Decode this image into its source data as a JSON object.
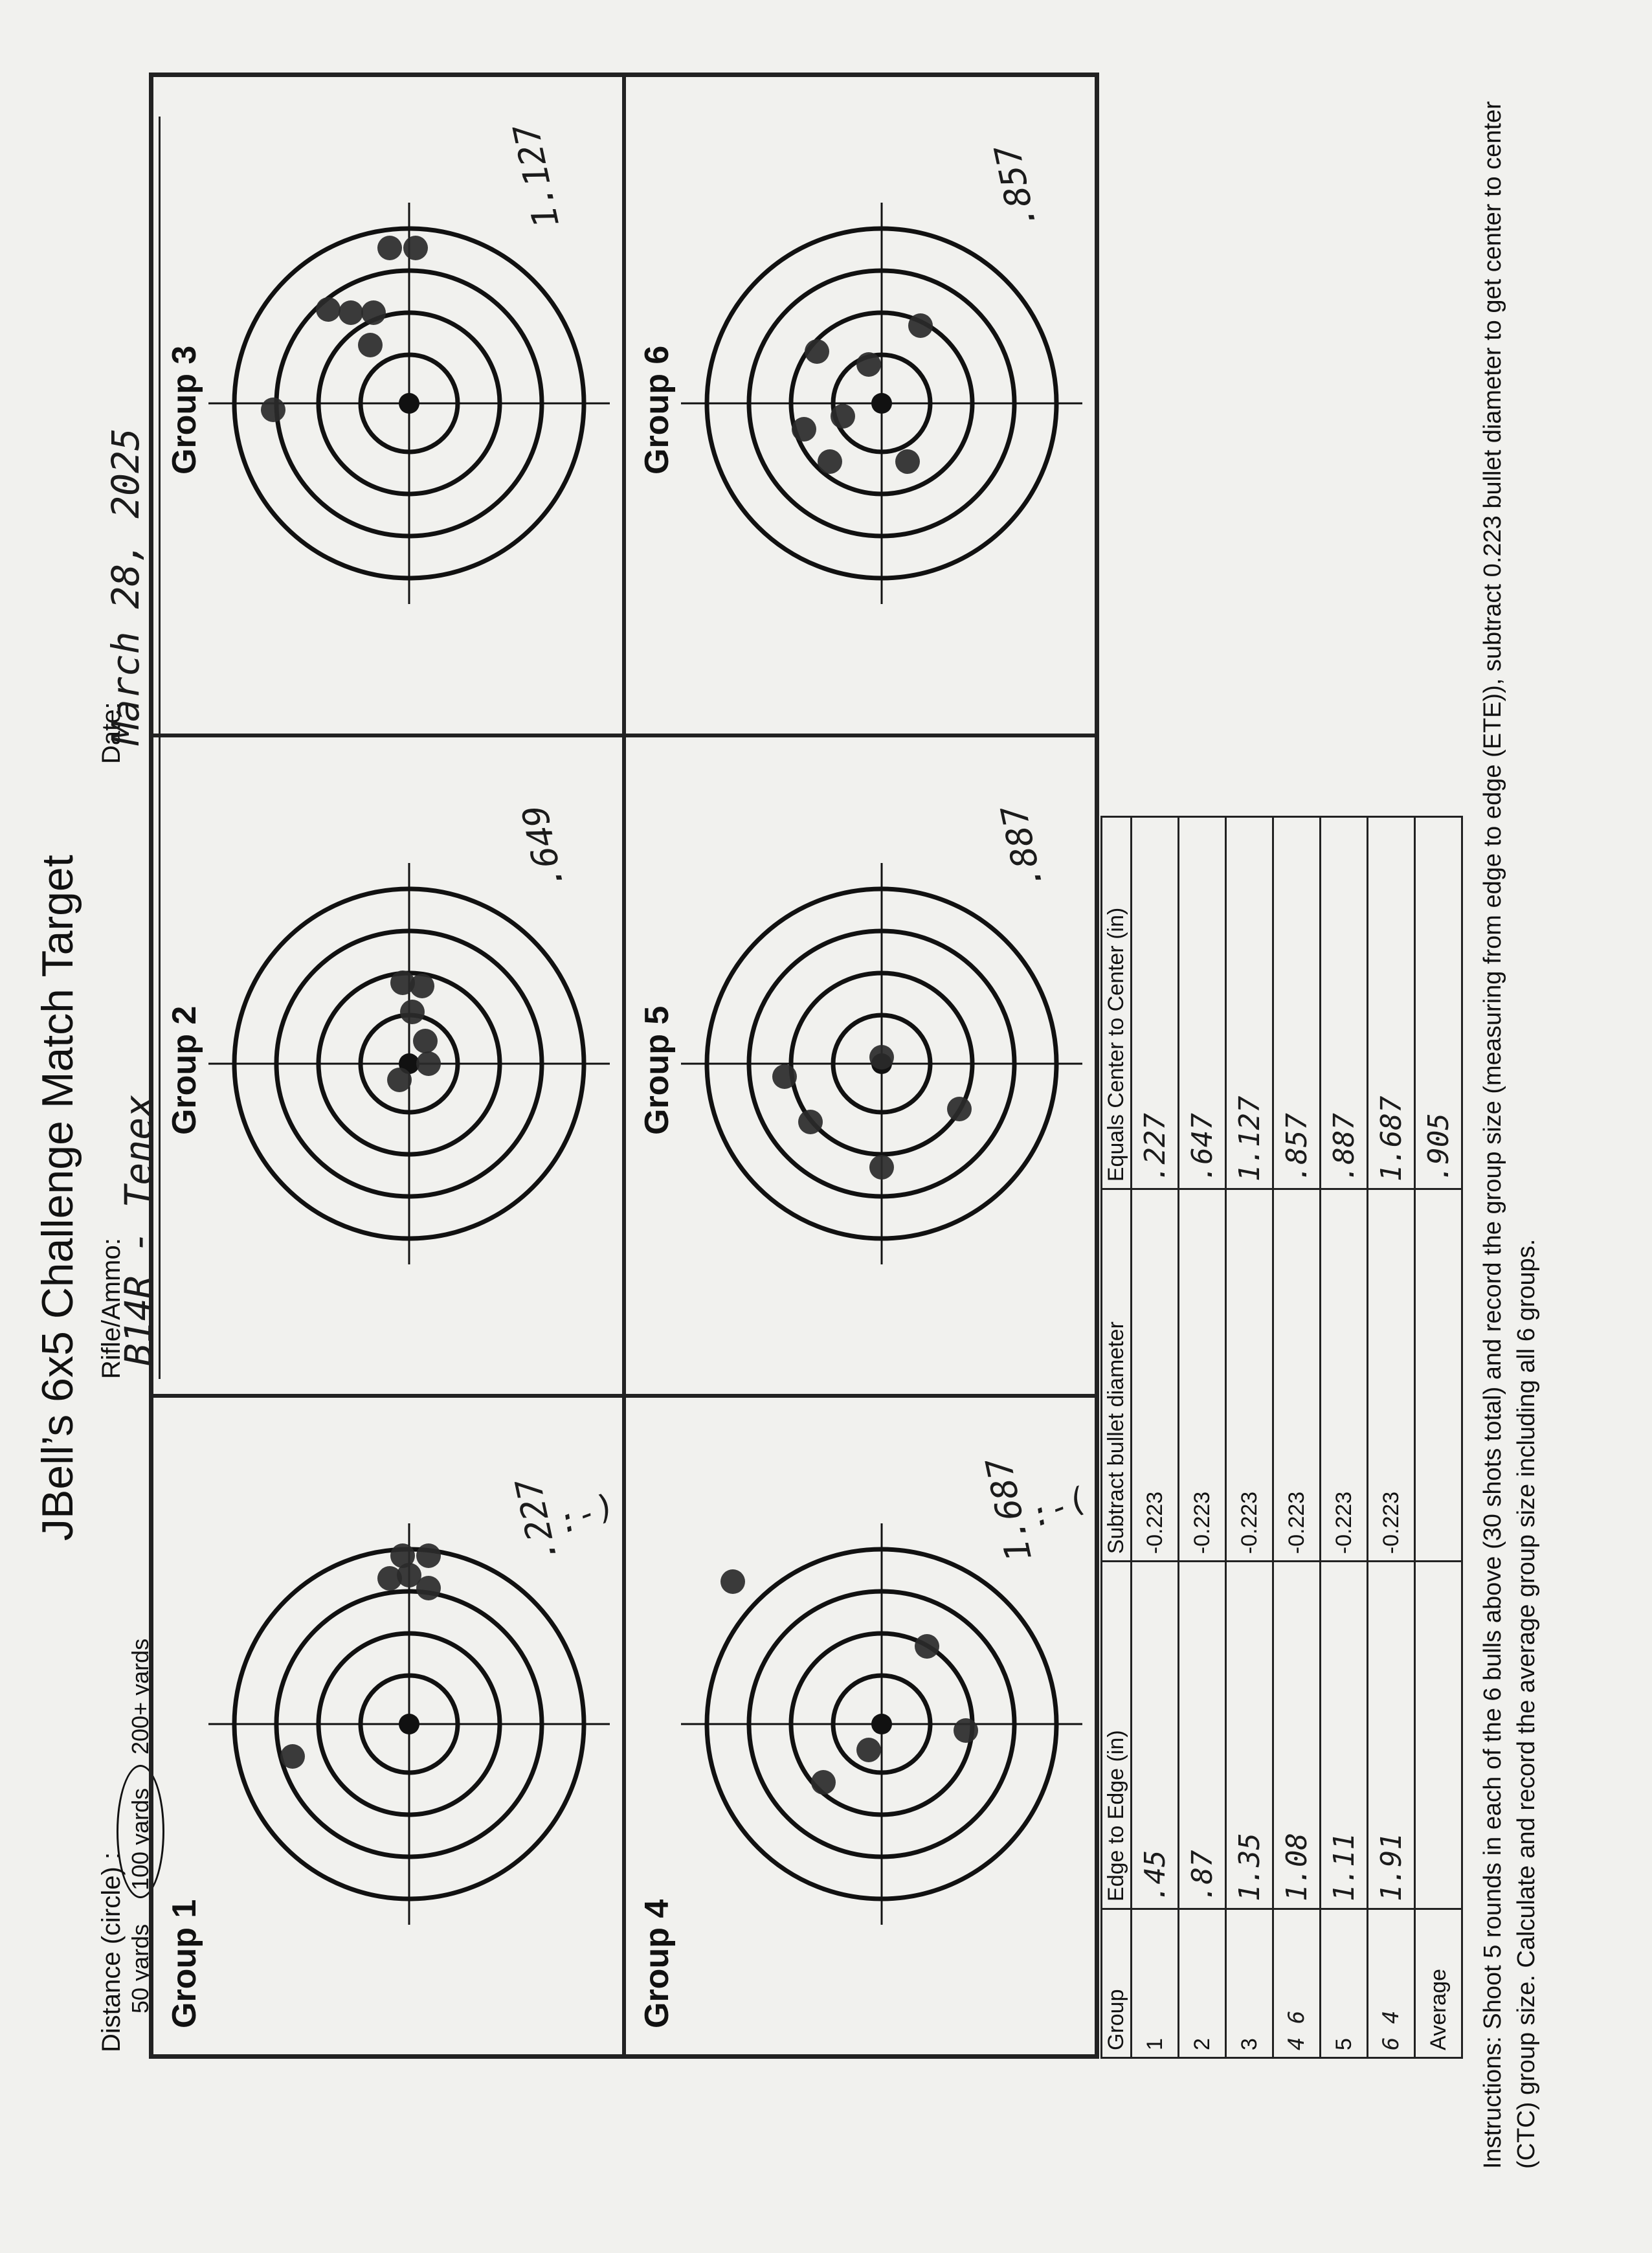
{
  "title": "JBell’s 6x5 Challenge Match Target",
  "header": {
    "distance_label": "Distance (circle) :",
    "distance_options": [
      "50 yards",
      "100 yards",
      "200+ yards"
    ],
    "distance_selected": "100 yards",
    "rifle_label": "Rifle/Ammo:",
    "rifle_value": "B14R - Tenex",
    "date_label": "Date:",
    "date_value": "March 28, 2025"
  },
  "groups": [
    {
      "label": "Group 1",
      "annotation": ".227",
      "smiley": ":-)"
    },
    {
      "label": "Group 2",
      "annotation": ".649"
    },
    {
      "label": "Group 3",
      "annotation": "1.127"
    },
    {
      "label": "Group 4",
      "annotation": "1.687",
      "smiley": ":-("
    },
    {
      "label": "Group 5",
      "annotation": ".887"
    },
    {
      "label": "Group 6",
      "annotation": ".857"
    }
  ],
  "results_table": {
    "headers": [
      "Group",
      "Edge to Edge (in)",
      "Subtract bullet diameter",
      "Equals Center to Center (in)"
    ],
    "rows": [
      {
        "group": "1",
        "ete": ".45",
        "subtract": "-0.223",
        "ctc": ".227"
      },
      {
        "group": "2",
        "ete": ".87",
        "subtract": "-0.223",
        "ctc": ".647"
      },
      {
        "group": "3",
        "ete": "1.35",
        "subtract": "-0.223",
        "ctc": "1.127"
      },
      {
        "group": "4 6",
        "ete": "1.08",
        "subtract": "-0.223",
        "ctc": ".857"
      },
      {
        "group": "5",
        "ete": "1.11",
        "subtract": "-0.223",
        "ctc": ".887"
      },
      {
        "group": "6 4",
        "ete": "1.91",
        "subtract": "-0.223",
        "ctc": "1.687"
      },
      {
        "group": "Average",
        "ete": "",
        "subtract": "",
        "ctc": ".905"
      }
    ]
  },
  "instructions": "Instructions: Shoot 5 rounds in each of the 6 bulls above (30 shots total) and record the group size (measuring from edge to edge (ETE)), subtract 0.223 bullet diameter to get center to center (CTC) group size. Calculate and record the average group size including all 6 groups."
}
